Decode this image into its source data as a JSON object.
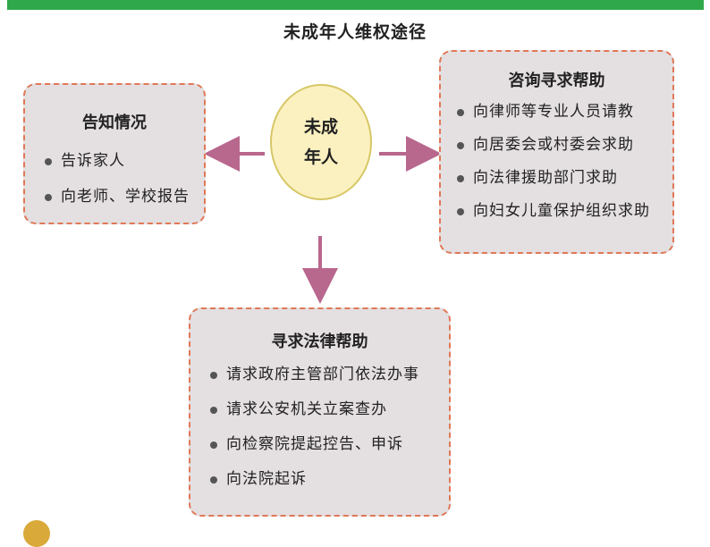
{
  "title": "未成年人维权途径",
  "center": {
    "line1": "未成",
    "line2": "年人"
  },
  "left_box": {
    "title": "告知情况",
    "items": [
      "告诉家人",
      "向老师、学校报告"
    ]
  },
  "right_box": {
    "title": "咨询寻求帮助",
    "items": [
      "向律师等专业人员请教",
      "向居委会或村委会求助",
      "向法律援助部门求助",
      "向妇女儿童保护组织求助"
    ]
  },
  "bottom_box": {
    "title": "寻求法律帮助",
    "items": [
      "请求政府主管部门依法办事",
      "请求公安机关立案查办",
      "向检察院提起控告、申诉",
      "向法院起诉"
    ]
  },
  "colors": {
    "arrow": "#b8678d",
    "box_border": "#e07856",
    "box_fill": "#e4dfe1",
    "circle_fill": "#fbf1c0",
    "top_bar": "#2ea84a"
  }
}
